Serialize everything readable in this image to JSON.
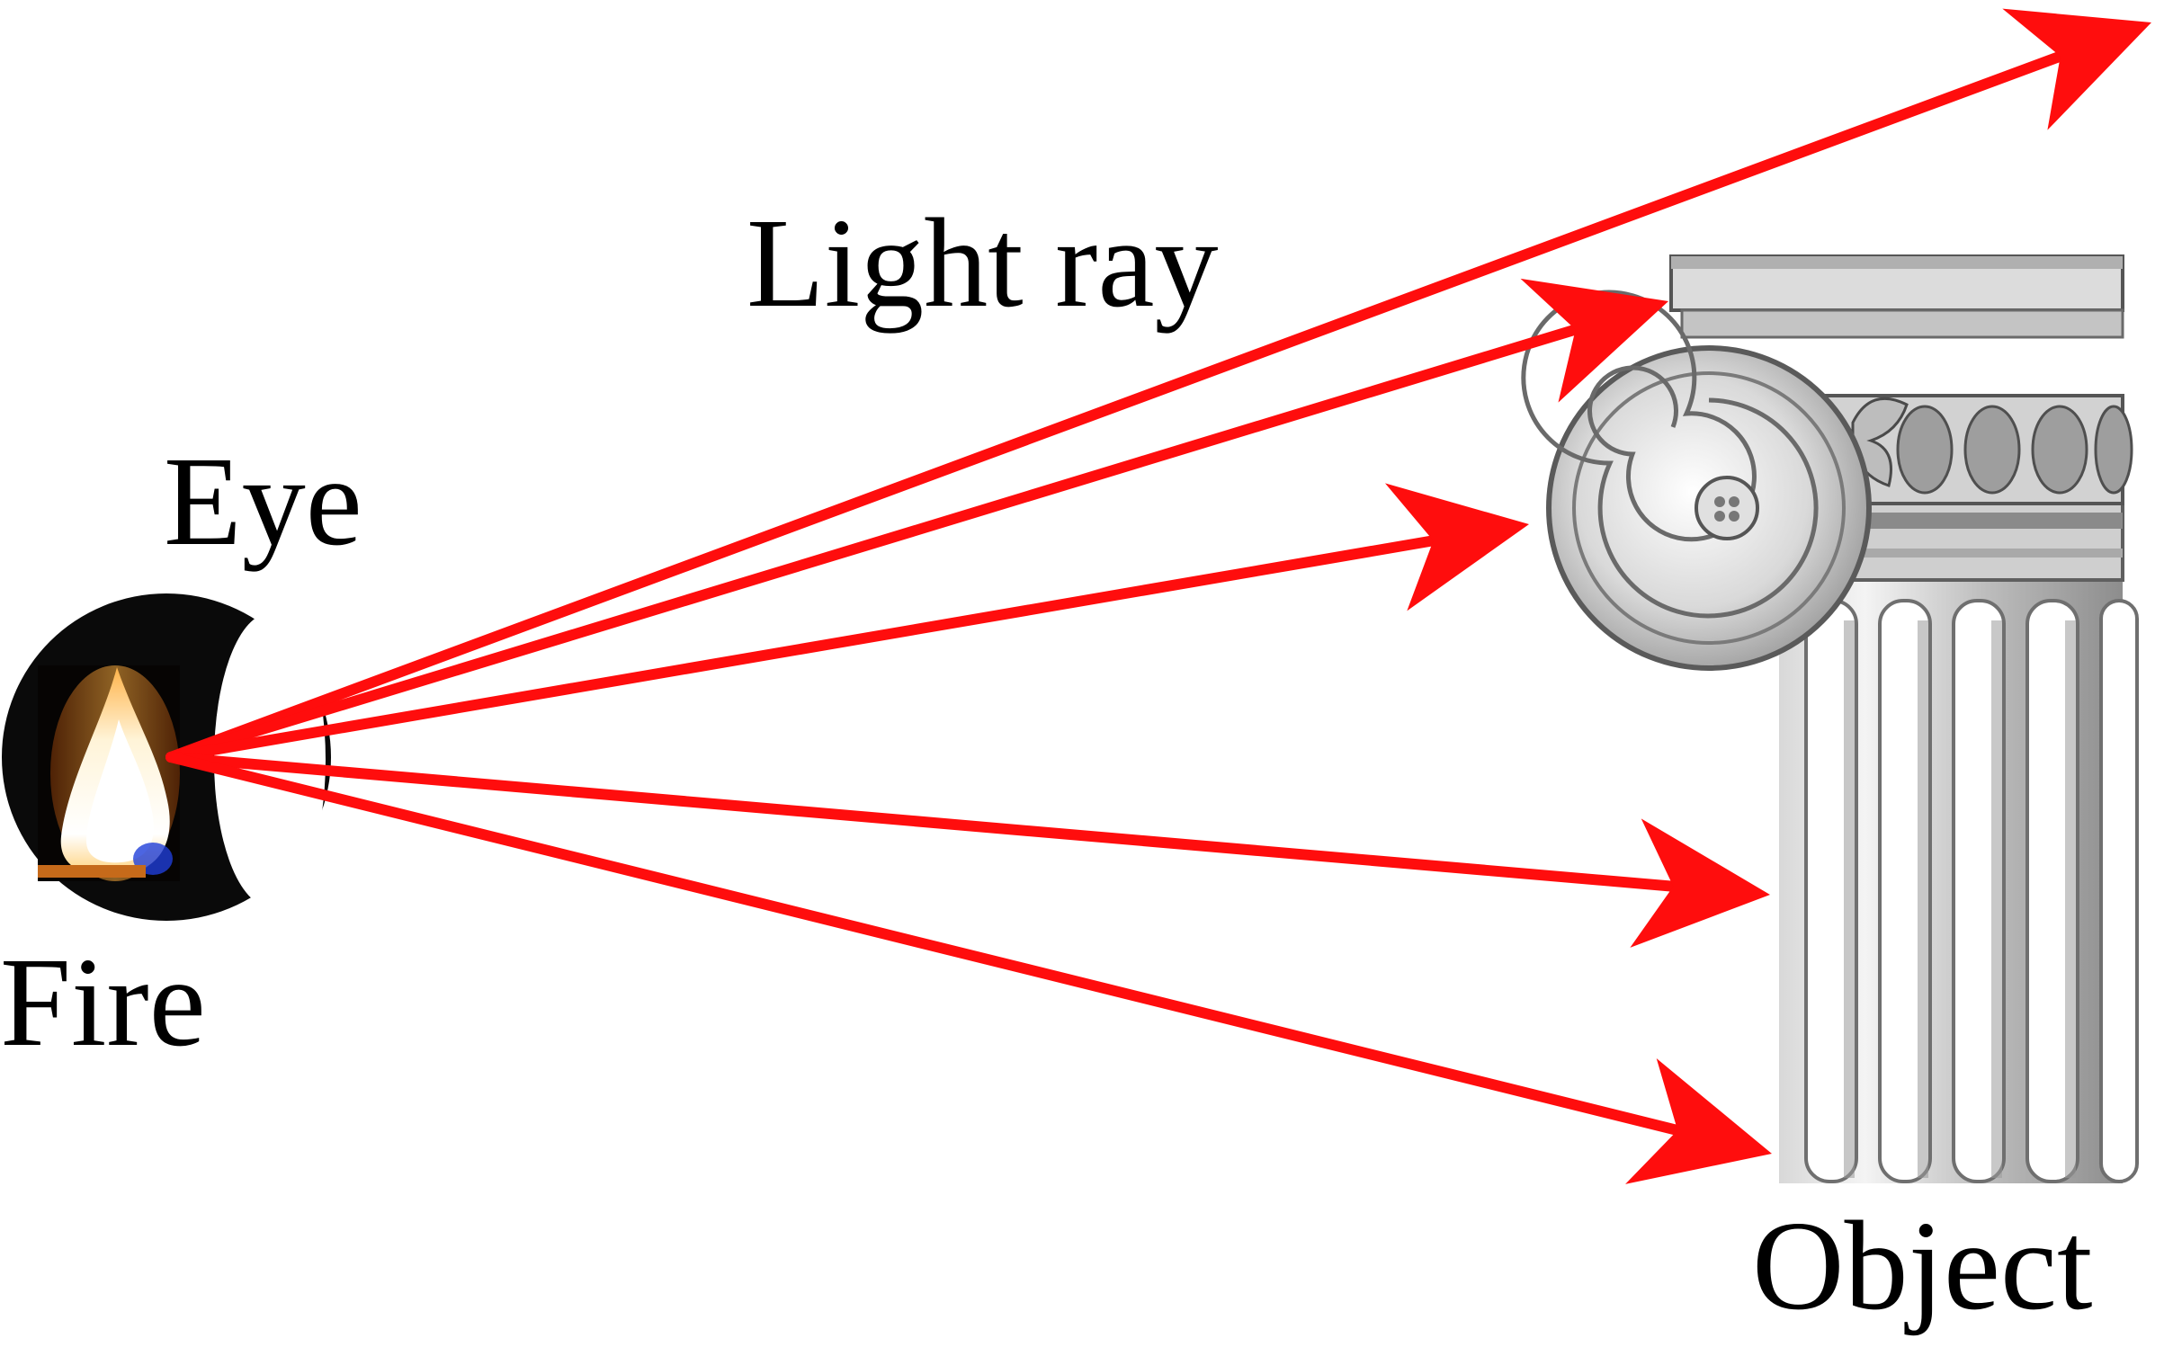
{
  "labels": {
    "light_ray": "Light ray",
    "eye": "Eye",
    "fire": "Fire",
    "object": "Object"
  },
  "colors": {
    "ray": "#ff0d0d",
    "eye": "#0a0a0a",
    "background": "#ffffff",
    "column_light": "#e6e6e6",
    "column_dark": "#7a7a7a"
  },
  "icons": {
    "eye": "eyeball-icon",
    "fire": "flame-icon",
    "object": "ionic-column-capital"
  },
  "rays": {
    "count": 5,
    "origin": "eye",
    "direction": "outward"
  }
}
